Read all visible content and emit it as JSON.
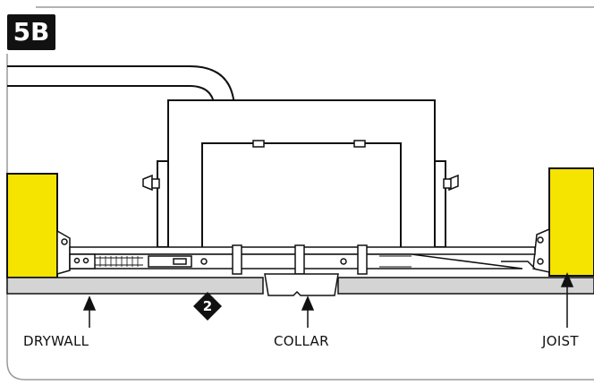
{
  "figure": {
    "step_label": "5B",
    "marker_number": "2",
    "labels": {
      "drywall": "DRYWALL",
      "collar": "COLLAR",
      "joist": "JOIST"
    },
    "colors": {
      "joist_fill": "#f5e300",
      "drywall_fill": "#d4d4d4",
      "line": "#111111",
      "badge": "#111111"
    }
  }
}
